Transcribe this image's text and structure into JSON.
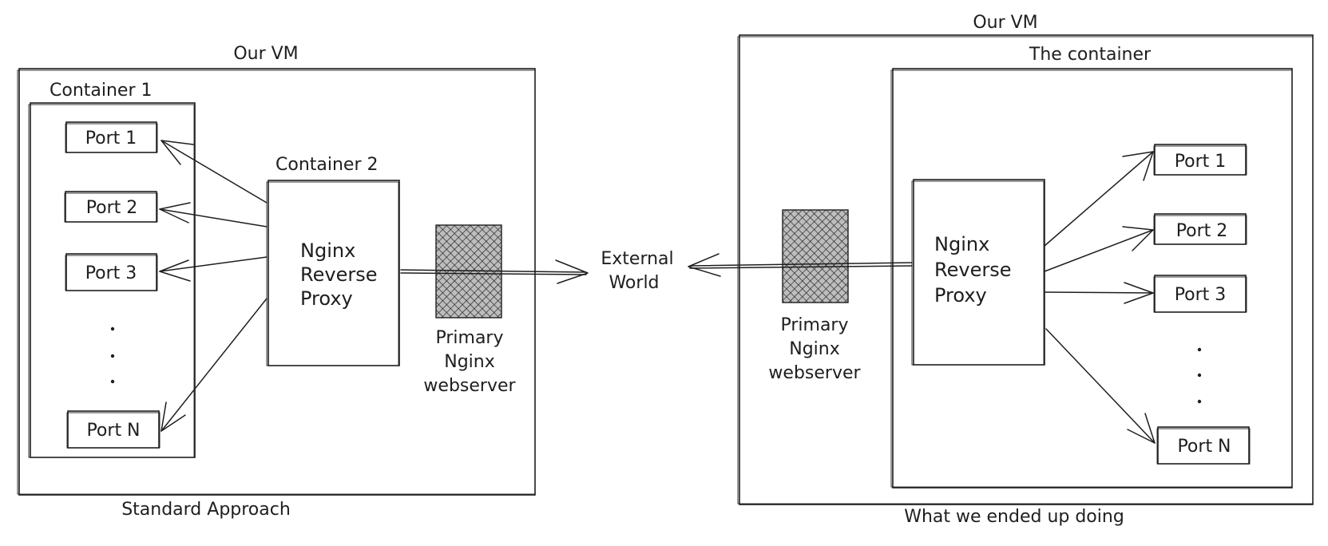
{
  "left": {
    "vm_label": "Our VM",
    "container1_label": "Container 1",
    "container2_label": "Container 2",
    "ports": [
      "Port 1",
      "Port 2",
      "Port 3",
      "Port N"
    ],
    "proxy_lines": [
      "Nginx",
      "Reverse",
      "Proxy"
    ],
    "primary_lines": [
      "Primary",
      "Nginx",
      "webserver"
    ],
    "caption": "Standard Approach"
  },
  "external": {
    "lines": [
      "External",
      "World"
    ]
  },
  "right": {
    "vm_label": "Our VM",
    "container_label": "The container",
    "ports": [
      "Port 1",
      "Port 2",
      "Port 3",
      "Port N"
    ],
    "proxy_lines": [
      "Nginx",
      "Reverse",
      "Proxy"
    ],
    "primary_lines": [
      "Primary",
      "Nginx",
      "webserver"
    ],
    "caption": "What we ended up doing"
  },
  "colors": {
    "ink": "#1e1e1e",
    "hatch_fill": "#b8b8b8",
    "background": "#ffffff"
  }
}
